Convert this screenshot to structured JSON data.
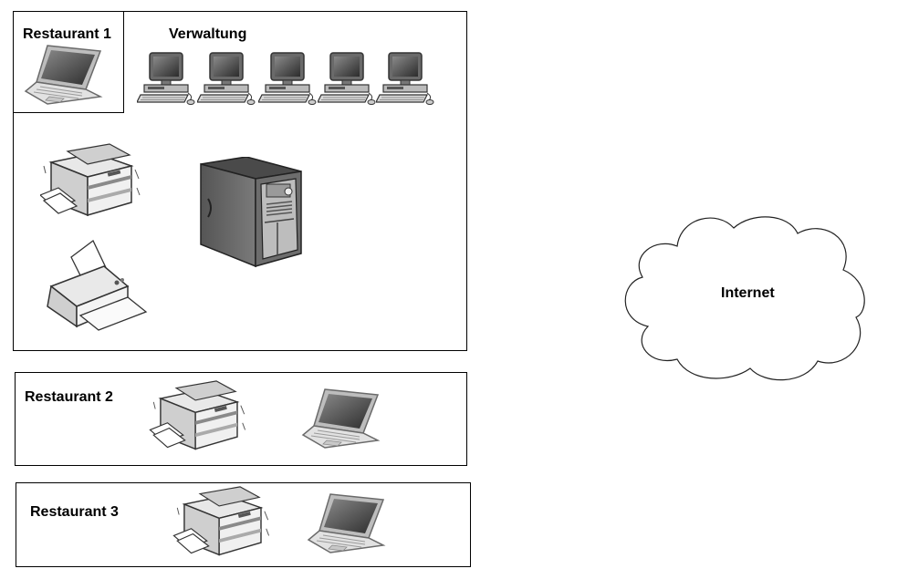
{
  "restaurant1": {
    "label": "Restaurant 1"
  },
  "verwaltung": {
    "label": "Verwaltung"
  },
  "restaurant2": {
    "label": "Restaurant 2"
  },
  "restaurant3": {
    "label": "Restaurant 3"
  },
  "internet": {
    "label": "Internet"
  },
  "icons": {
    "laptop": "laptop-icon",
    "desktop": "desktop-computer-icon",
    "copier": "copier-icon",
    "server": "server-tower-icon",
    "printer": "printer-icon",
    "cloud": "cloud-icon"
  }
}
